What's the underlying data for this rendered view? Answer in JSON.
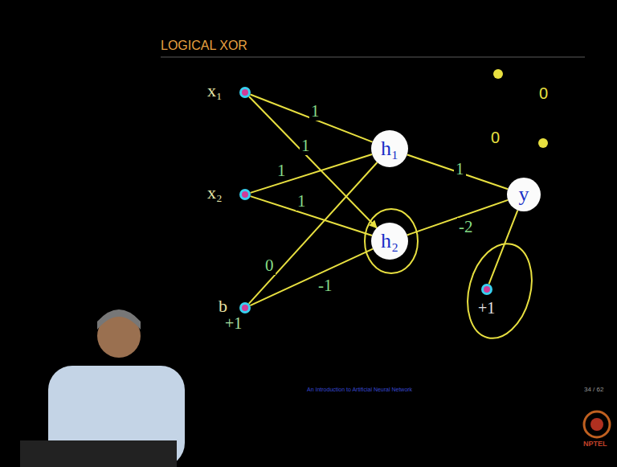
{
  "diagram": {
    "title": "LOGICAL XOR",
    "nodes": [
      {
        "text": [
          "x₁"
        ]
      },
      {
        "text": [
          "x₂"
        ]
      },
      {
        "text": [
          "b",
          "+1"
        ]
      },
      {
        "text": [
          "h₁"
        ]
      },
      {
        "text": [
          "h₂"
        ]
      },
      {
        "text": [
          "y"
        ]
      },
      {
        "text": [
          "+1"
        ]
      }
    ],
    "edges": [
      {
        "from": 0,
        "to": 3,
        "arrow": "none",
        "label": "1"
      },
      {
        "from": 0,
        "to": 4,
        "arrow": "to",
        "label": "1"
      },
      {
        "from": 1,
        "to": 3,
        "arrow": "none",
        "label": "1"
      },
      {
        "from": 1,
        "to": 4,
        "arrow": "none",
        "label": "1"
      },
      {
        "from": 2,
        "to": 3,
        "arrow": "none",
        "label": "0"
      },
      {
        "from": 2,
        "to": 4,
        "arrow": "none",
        "label": "-1"
      },
      {
        "from": 3,
        "to": 5,
        "arrow": "none",
        "label": "1"
      },
      {
        "from": 4,
        "to": 5,
        "arrow": "none",
        "label": "-2"
      },
      {
        "from": 6,
        "to": 5,
        "arrow": "none"
      }
    ],
    "labels": [
      "0",
      "0",
      "An Introduction to Artificial Neural Network",
      "34 / 62",
      "NPTEL"
    ]
  }
}
